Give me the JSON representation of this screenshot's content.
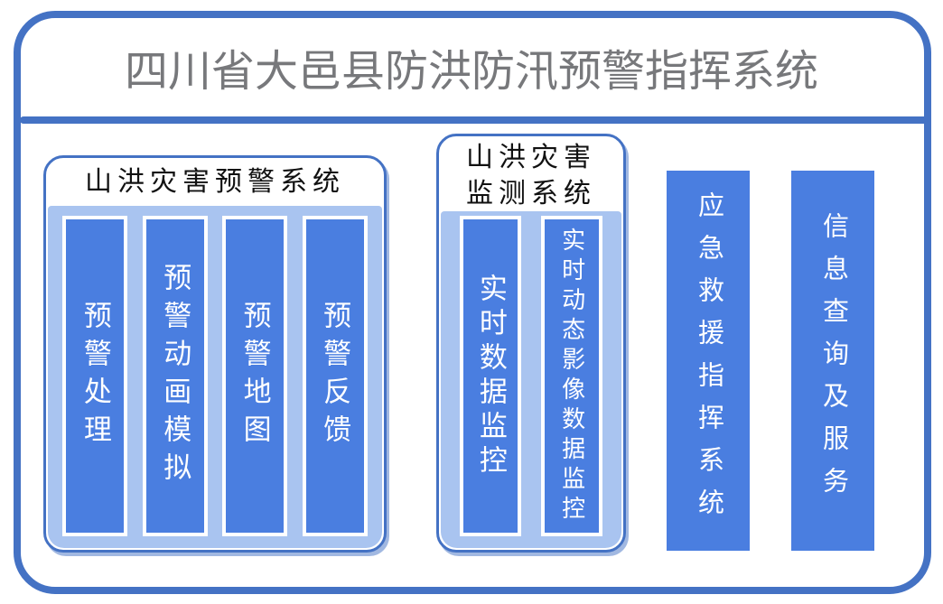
{
  "colors": {
    "accent": "#4472c4",
    "bar_fill": "#4a7ee0",
    "panel_fill": "#a9c4f0",
    "title_text": "#77787b"
  },
  "title": "四川省大邑县防洪防汛预警指挥系统",
  "left_group": {
    "header": "山洪灾害预警系统",
    "bars": [
      {
        "label": "预警处理"
      },
      {
        "label": "预警动画模拟"
      },
      {
        "label": "预警地图"
      },
      {
        "label": "预警反馈"
      }
    ]
  },
  "middle_group": {
    "header": "山洪灾害监测系统",
    "bars": [
      {
        "label": "实时数据监控"
      },
      {
        "label": "实时动态影像数据监控"
      }
    ]
  },
  "standalone_bars": [
    {
      "label": "应急救援指挥系统"
    },
    {
      "label": "信息查询及服务"
    }
  ]
}
